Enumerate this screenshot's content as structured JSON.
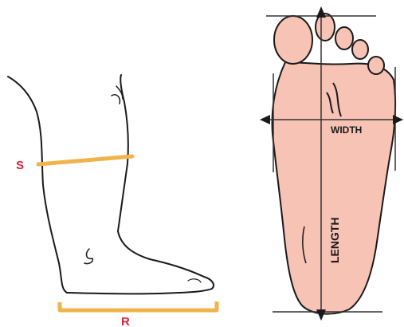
{
  "diagram": {
    "leg_labels": {
      "s": "S",
      "r": "R"
    },
    "foot_labels": {
      "width": "WIDTH",
      "length": "LENGTH"
    },
    "colors": {
      "measure_band": "#f0b44a",
      "label_red": "#d8213a",
      "skin": "#f6c3b5",
      "outline": "#1a1a1a",
      "guide_line": "#333333"
    }
  }
}
